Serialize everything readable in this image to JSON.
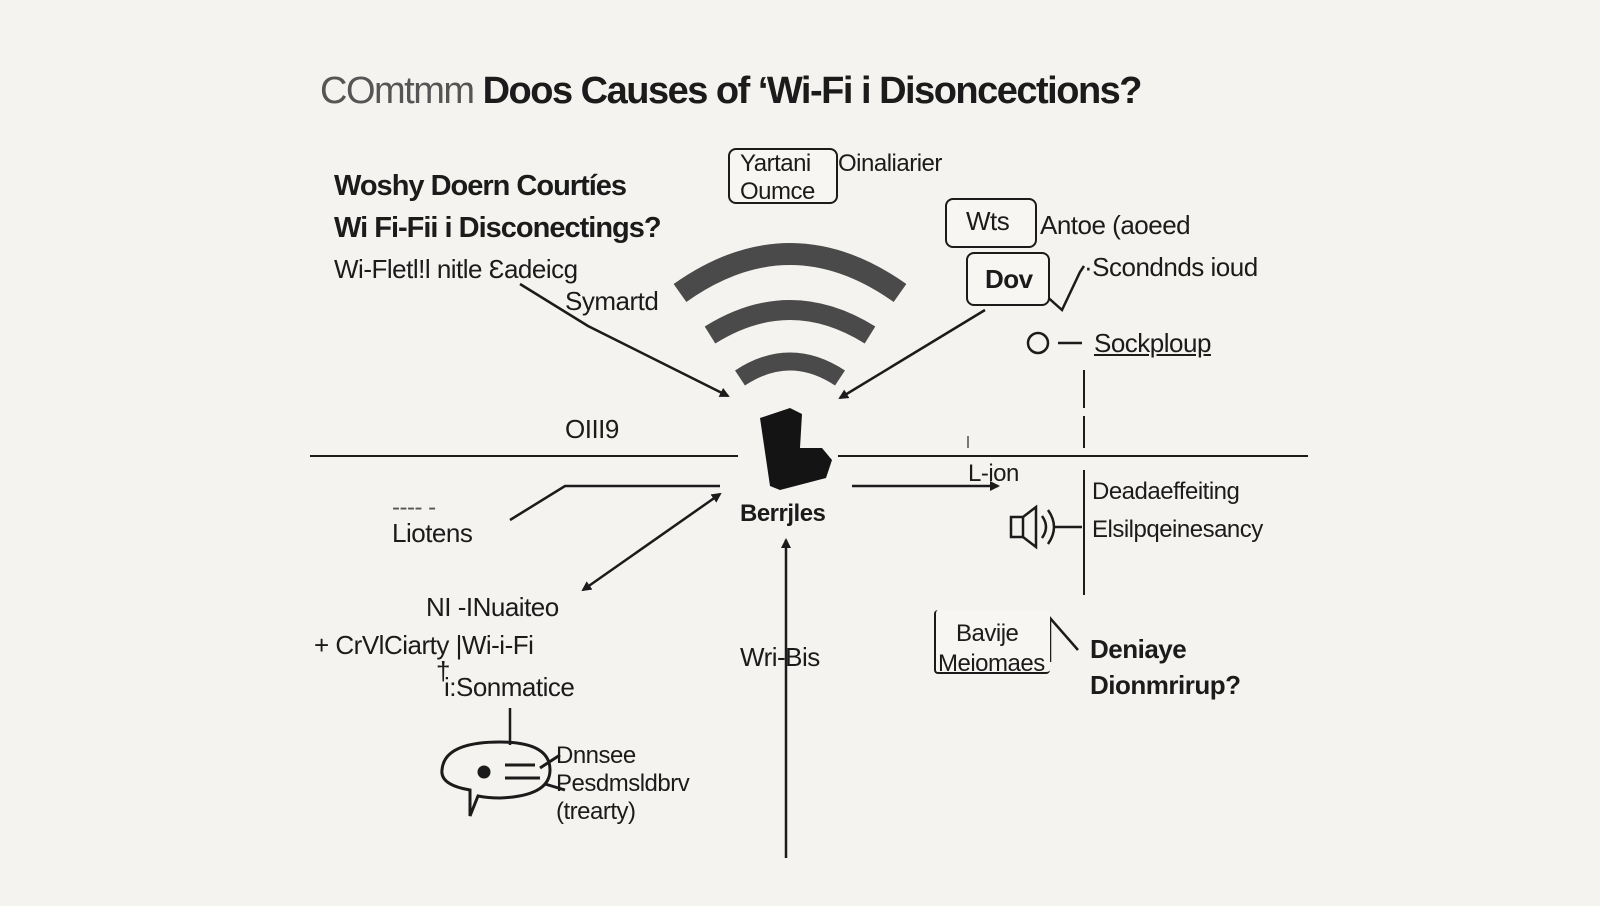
{
  "title": {
    "prefix": "COmtmm",
    "main": "Doos Causes of ‘Wi-Fi i Disoncections?"
  },
  "question": {
    "line1": "Woshy Doern Courtíes",
    "line2": "Wi Fi-Fii i Disconectings?",
    "line3": "Wi-Fletl!l nitle Ɛadeicg",
    "line4": "Symartd"
  },
  "top_box": {
    "line1": "Yartani",
    "line2": "Oumce",
    "side": "Oinaliarier"
  },
  "right_boxes": {
    "wts": "Wts",
    "wts_label": "Antoe (aoeed",
    "dov": "Dov",
    "dov_label": "·Scondnds ioud"
  },
  "sockploup": "Sockploup",
  "center": {
    "left_axis": "OIII9",
    "label": "Berrjles",
    "right_axis": "L-ion"
  },
  "left": {
    "liotens": "Liotens",
    "dash": "---- -",
    "n1": "NI -INuaiteo",
    "n2": "+ CrVlCiarty |Wi-i-Fi",
    "n3": "i:Sonmatice",
    "cross": "†"
  },
  "bubble": {
    "line1": "Dnnsee",
    "line2": "Pesdmsldbrv",
    "line3": "(trearty)"
  },
  "bottom_axis": "Wri-Bis",
  "right": {
    "d1": "Deadaeffeiting",
    "d2": "Elsilpqeinesancy",
    "box_line1": "Bavije",
    "box_line2": "Meiomaes",
    "q1": "Deniaye",
    "q2": "Dionmrirup?"
  },
  "icons": {
    "wifi": "wifi-icon",
    "phone": "device-icon",
    "speaker": "speaker-icon",
    "chat": "chat-bubble-icon",
    "circle": "circle-node-icon"
  },
  "colors": {
    "background": "#f4f3ef",
    "ink": "#1b1b1b",
    "wifi": "#4a4a4a"
  }
}
